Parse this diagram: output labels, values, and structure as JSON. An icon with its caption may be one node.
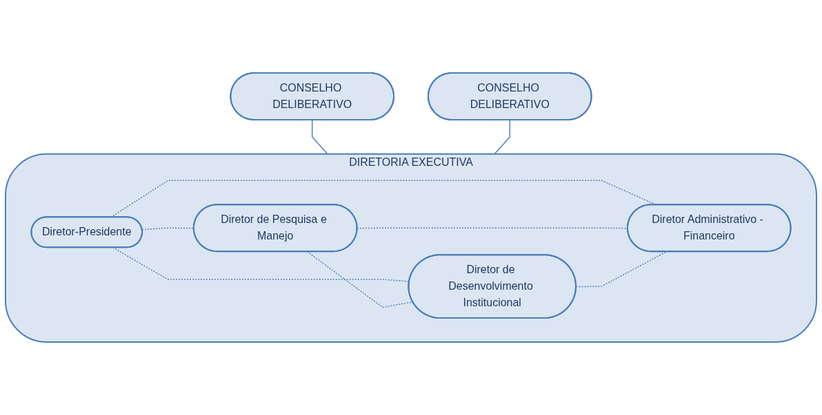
{
  "diagram": {
    "nodes": [
      {
        "text": [
          "CONSELHO DELIBERATIVO"
        ]
      },
      {
        "text": [
          "CONSELHO DELIBERATIVO"
        ]
      },
      {
        "text": [
          "DIRETORIA EXECUTIVA"
        ]
      },
      {
        "text": [
          "Diretor-Presidente"
        ],
        "in": 2
      },
      {
        "text": [
          "Diretor de Pesquisa e Manejo"
        ],
        "in": 2
      },
      {
        "text": [
          "Diretor Administrativo - Financeiro"
        ],
        "in": 2
      },
      {
        "text": [
          "Diretor de Desenvolvimento Institucional"
        ],
        "in": 2
      }
    ],
    "edges": [
      {
        "from": 0,
        "to": 2,
        "arrow": "none"
      },
      {
        "from": 1,
        "to": 2,
        "arrow": "none"
      },
      {
        "from": 3,
        "to": 4,
        "arrow": "none",
        "style": "dashed"
      },
      {
        "from": 3,
        "to": 5,
        "arrow": "none",
        "style": "dashed"
      },
      {
        "from": 3,
        "to": 6,
        "arrow": "none",
        "style": "dashed"
      },
      {
        "from": 4,
        "to": 5,
        "arrow": "none",
        "style": "dashed"
      },
      {
        "from": 4,
        "to": 6,
        "arrow": "none",
        "style": "dashed"
      },
      {
        "from": 6,
        "to": 5,
        "arrow": "none",
        "style": "dashed"
      }
    ]
  }
}
